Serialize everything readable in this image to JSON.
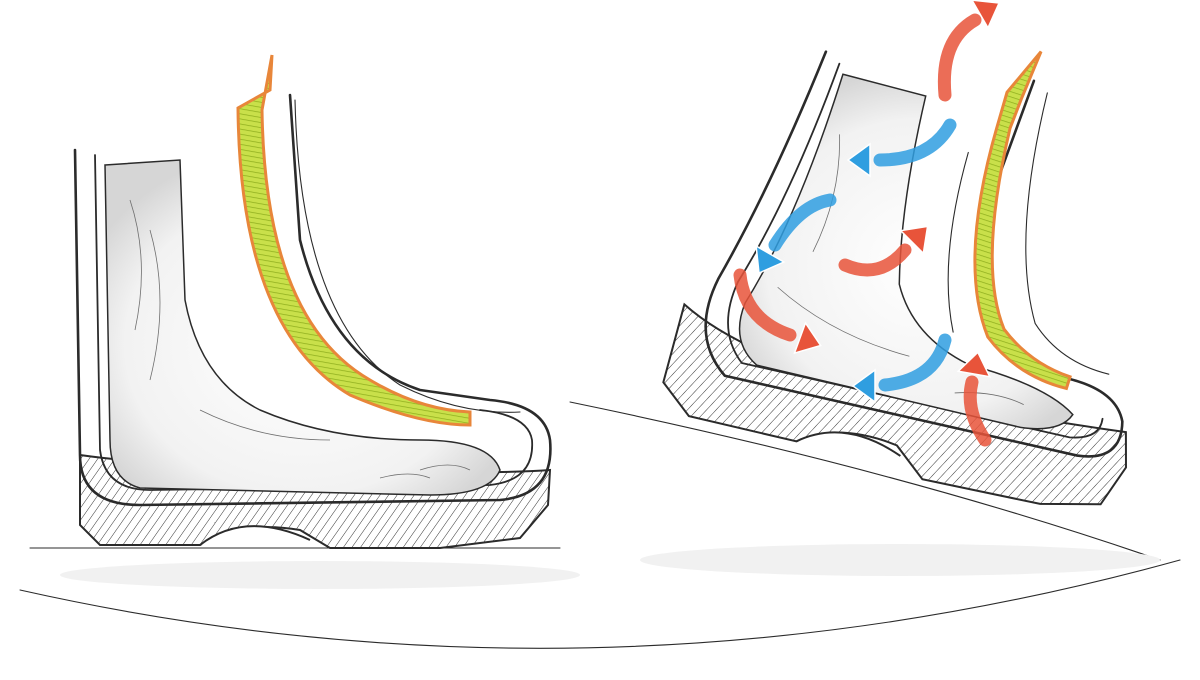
{
  "figure": {
    "panels": [
      {
        "id": "standing",
        "description_state": "static",
        "membrane_colors": {
          "fill": "#c9e04a",
          "stripe": "#8fae1e",
          "edge": "#e8863a"
        }
      },
      {
        "id": "walking",
        "description_state": "in-motion",
        "membrane_colors": {
          "fill": "#c9e04a",
          "stripe": "#8fae1e",
          "edge": "#e8863a"
        },
        "arrows": [
          {
            "kind": "warm",
            "color": "#e8543a",
            "icon": "warm-air-arrow"
          },
          {
            "kind": "warm",
            "color": "#e8543a",
            "icon": "warm-air-arrow"
          },
          {
            "kind": "warm",
            "color": "#e8543a",
            "icon": "warm-air-arrow"
          },
          {
            "kind": "warm",
            "color": "#e8543a",
            "icon": "warm-air-arrow"
          },
          {
            "kind": "cool",
            "color": "#2f9ee0",
            "icon": "cool-air-arrow"
          },
          {
            "kind": "cool",
            "color": "#2f9ee0",
            "icon": "cool-air-arrow"
          },
          {
            "kind": "cool",
            "color": "#2f9ee0",
            "icon": "cool-air-arrow"
          }
        ]
      }
    ],
    "ground": {
      "color": "#2b2b2b"
    }
  }
}
